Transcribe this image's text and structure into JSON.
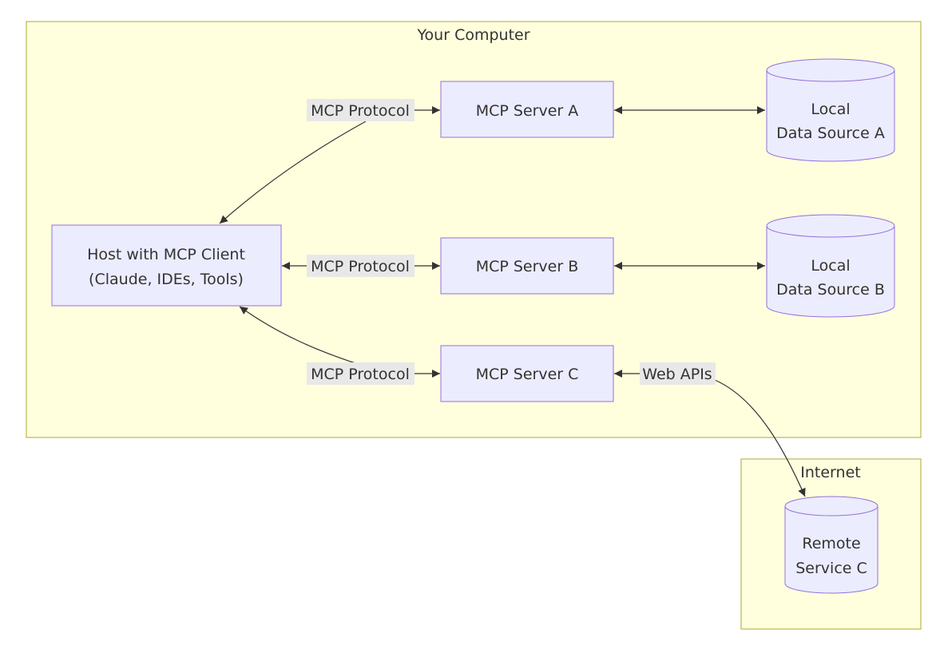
{
  "clusters": {
    "computer": {
      "label": "Your Computer"
    },
    "internet": {
      "label": "Internet"
    }
  },
  "nodes": {
    "host": {
      "line1": "Host with MCP Client",
      "line2": "(Claude, IDEs, Tools)"
    },
    "server_a": {
      "label": "MCP Server A"
    },
    "server_b": {
      "label": "MCP Server B"
    },
    "server_c": {
      "label": "MCP Server C"
    },
    "data_a": {
      "line1": "Local",
      "line2": "Data Source A"
    },
    "data_b": {
      "line1": "Local",
      "line2": "Data Source B"
    },
    "remote_c": {
      "line1": "Remote",
      "line2": "Service C"
    }
  },
  "edges": {
    "host_a": {
      "label": "MCP Protocol"
    },
    "host_b": {
      "label": "MCP Protocol"
    },
    "host_c": {
      "label": "MCP Protocol"
    },
    "c_remote": {
      "label": "Web APIs"
    }
  },
  "colors": {
    "cluster_fill": "#ffffde",
    "cluster_stroke": "#aaaa33",
    "node_fill": "#ececff",
    "node_stroke": "#9370db",
    "edge_label_bg": "#e8e8e8",
    "text": "#333333"
  }
}
